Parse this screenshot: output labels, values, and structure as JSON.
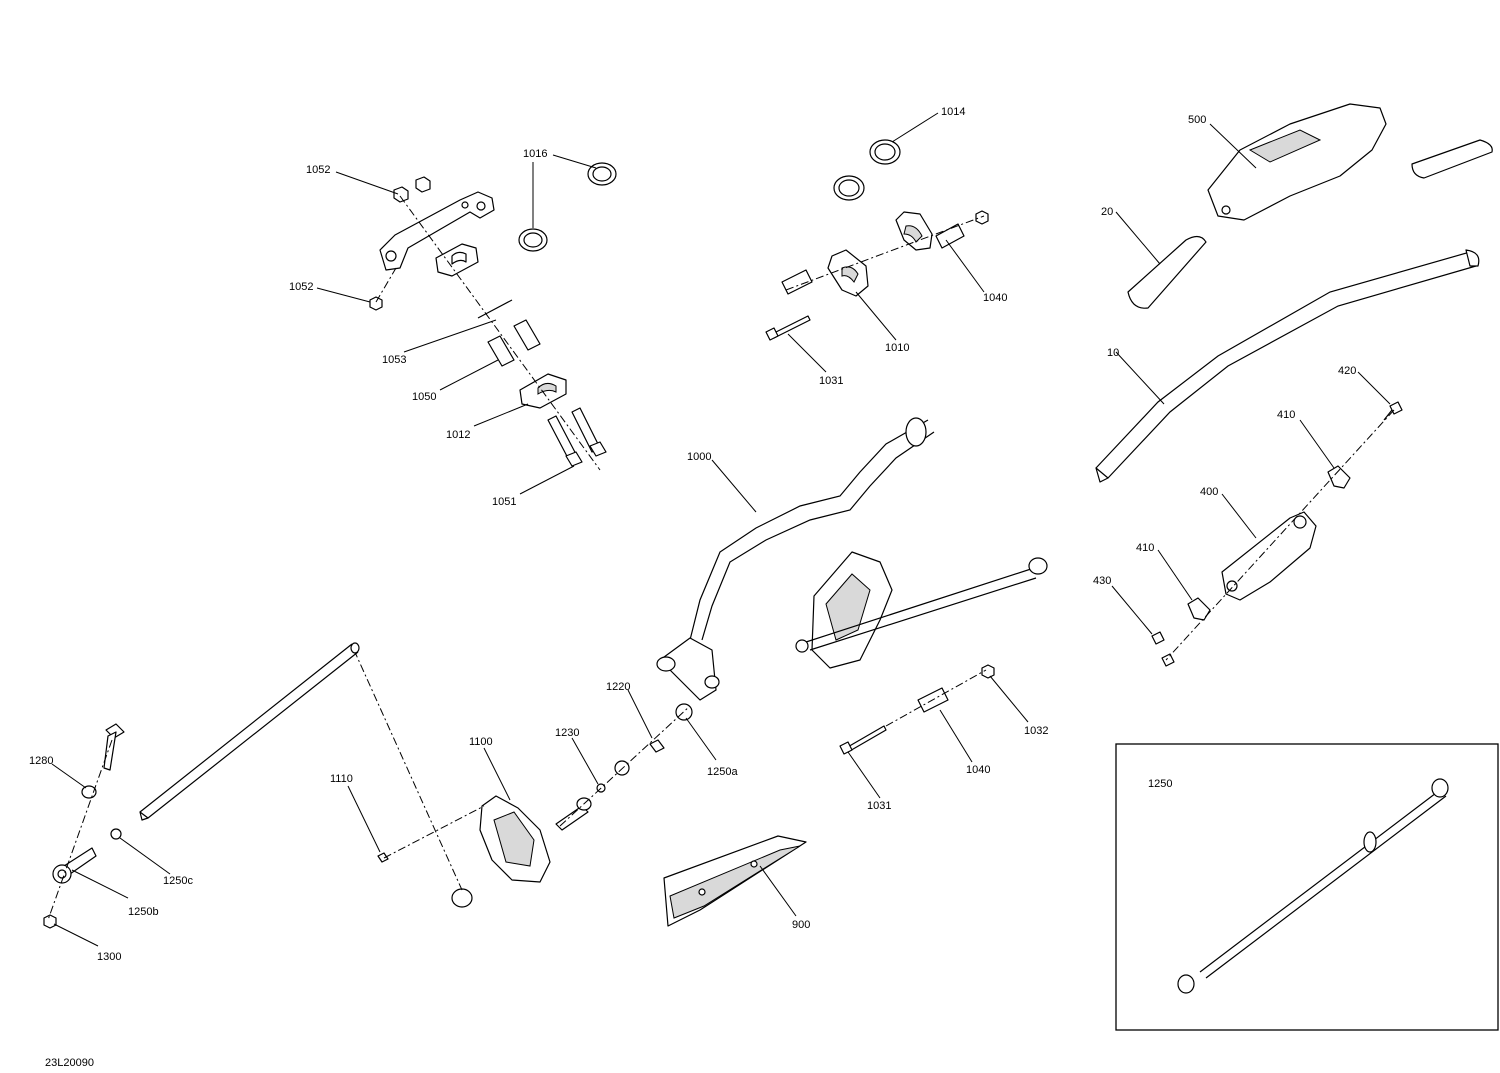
{
  "diagram": {
    "reference_code": "23L20090",
    "inset": {
      "label": "1250"
    },
    "callouts": [
      {
        "id": "c1052a",
        "text": "1052"
      },
      {
        "id": "c1052b",
        "text": "1052"
      },
      {
        "id": "c1016",
        "text": "1016"
      },
      {
        "id": "c1053",
        "text": "1053"
      },
      {
        "id": "c1050",
        "text": "1050"
      },
      {
        "id": "c1012",
        "text": "1012"
      },
      {
        "id": "c1051",
        "text": "1051"
      },
      {
        "id": "c1014",
        "text": "1014"
      },
      {
        "id": "c1040a",
        "text": "1040"
      },
      {
        "id": "c1010",
        "text": "1010"
      },
      {
        "id": "c1031a",
        "text": "1031"
      },
      {
        "id": "c500",
        "text": "500"
      },
      {
        "id": "c20",
        "text": "20"
      },
      {
        "id": "c10",
        "text": "10"
      },
      {
        "id": "c420",
        "text": "420"
      },
      {
        "id": "c410a",
        "text": "410"
      },
      {
        "id": "c400",
        "text": "400"
      },
      {
        "id": "c410b",
        "text": "410"
      },
      {
        "id": "c430",
        "text": "430"
      },
      {
        "id": "c1000",
        "text": "1000"
      },
      {
        "id": "c1220",
        "text": "1220"
      },
      {
        "id": "c1230",
        "text": "1230"
      },
      {
        "id": "c1250a",
        "text": "1250a"
      },
      {
        "id": "c1100",
        "text": "1100"
      },
      {
        "id": "c1110",
        "text": "1110"
      },
      {
        "id": "c1032",
        "text": "1032"
      },
      {
        "id": "c1040b",
        "text": "1040"
      },
      {
        "id": "c1031b",
        "text": "1031"
      },
      {
        "id": "c900",
        "text": "900"
      },
      {
        "id": "c1280",
        "text": "1280"
      },
      {
        "id": "c1250c",
        "text": "1250c"
      },
      {
        "id": "c1250b",
        "text": "1250b"
      },
      {
        "id": "c1300",
        "text": "1300"
      }
    ]
  }
}
